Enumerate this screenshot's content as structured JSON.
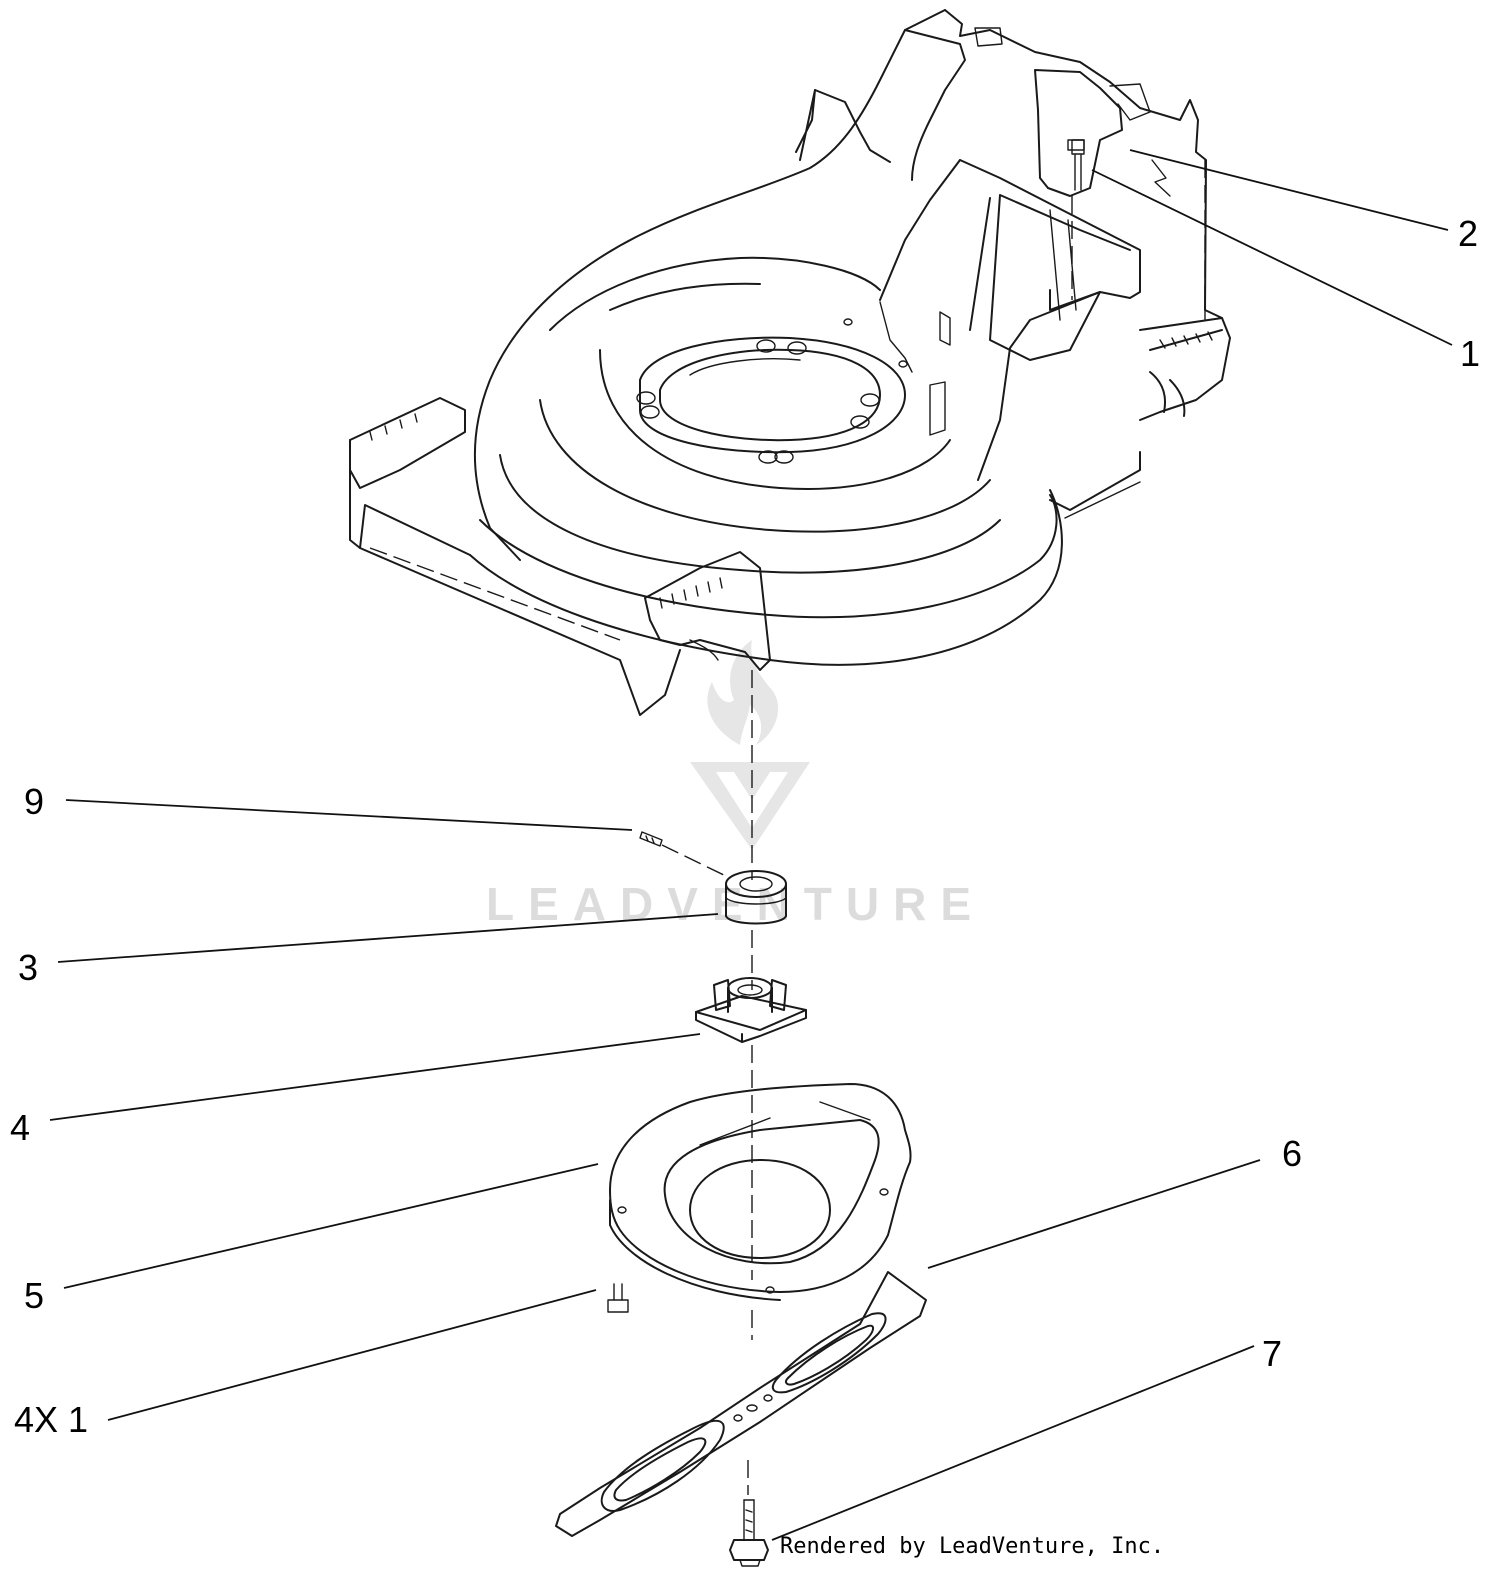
{
  "diagram": {
    "callouts": [
      {
        "id": "1",
        "label": "1"
      },
      {
        "id": "2",
        "label": "2"
      },
      {
        "id": "3",
        "label": "3"
      },
      {
        "id": "4",
        "label": "4"
      },
      {
        "id": "5",
        "label": "5"
      },
      {
        "id": "6",
        "label": "6"
      },
      {
        "id": "7",
        "label": "7"
      },
      {
        "id": "9",
        "label": "9"
      },
      {
        "id": "4x1",
        "label": "4X 1"
      }
    ],
    "parts": [
      "mower-deck",
      "bearing",
      "bearing-housing",
      "baffle-plate",
      "blade",
      "blade-bolt",
      "set-screw",
      "bolt"
    ]
  },
  "watermark": {
    "text": "LEADVENTURE"
  },
  "credit": {
    "text": "Rendered by LeadVenture, Inc."
  }
}
